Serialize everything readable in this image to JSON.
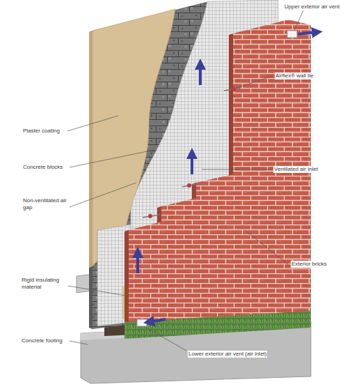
{
  "diagram": {
    "labels": [
      "Upper exterior air vent",
      "Plaster coating",
      "Airflex® wall tie",
      "Concrete blocks",
      "Ventilated air inlet",
      "Non-ventilated air gap",
      "Exterior bricks",
      "Rigid insulating material",
      "Concrete footing",
      "Lower exterior air vent (air inlet)"
    ]
  }
}
